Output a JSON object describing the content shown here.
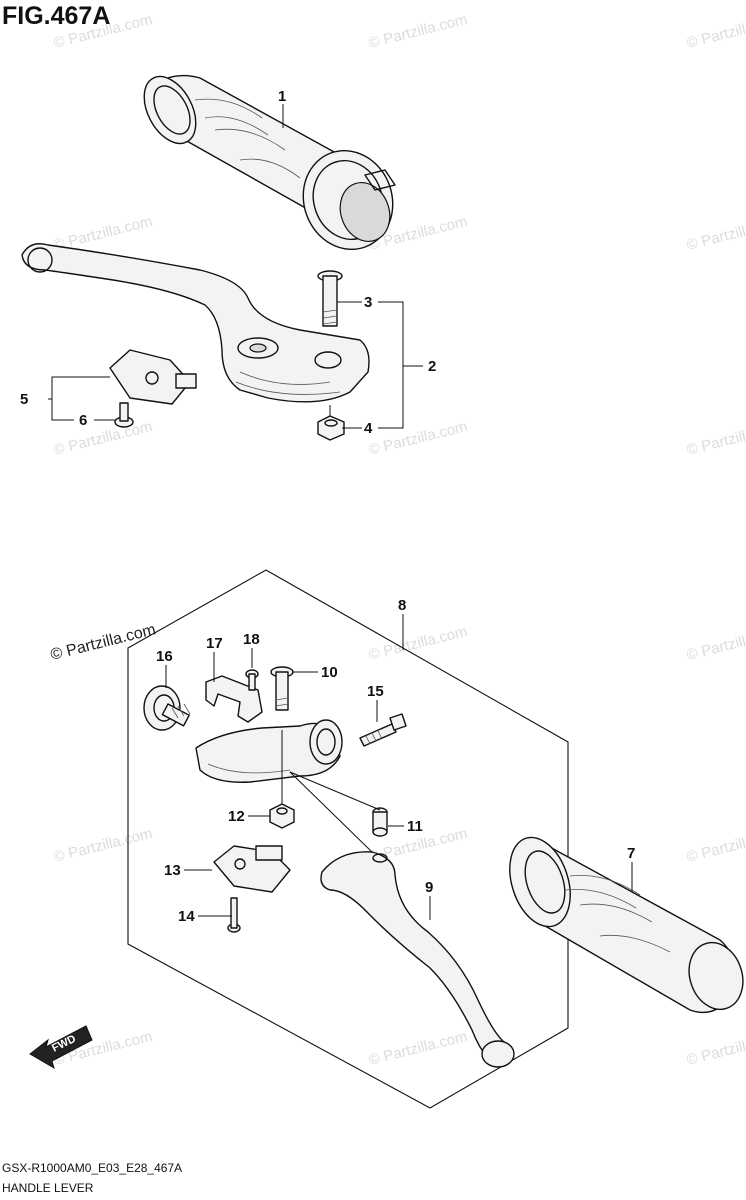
{
  "figure": {
    "title": "FIG.467A",
    "footer_code": "GSX-R1000AM0_E03_E28_467A",
    "footer_name": "HANDLE LEVER"
  },
  "watermark": {
    "text": "© Partzilla.com"
  },
  "fwd_label": "FWD",
  "callouts": [
    {
      "id": "1",
      "label": "1"
    },
    {
      "id": "2",
      "label": "2"
    },
    {
      "id": "3",
      "label": "3"
    },
    {
      "id": "4",
      "label": "4"
    },
    {
      "id": "5",
      "label": "5"
    },
    {
      "id": "6",
      "label": "6"
    },
    {
      "id": "7",
      "label": "7"
    },
    {
      "id": "8",
      "label": "8"
    },
    {
      "id": "9",
      "label": "9"
    },
    {
      "id": "10",
      "label": "10"
    },
    {
      "id": "11",
      "label": "11"
    },
    {
      "id": "12",
      "label": "12"
    },
    {
      "id": "13",
      "label": "13"
    },
    {
      "id": "14",
      "label": "14"
    },
    {
      "id": "15",
      "label": "15"
    },
    {
      "id": "16",
      "label": "16"
    },
    {
      "id": "17",
      "label": "17"
    },
    {
      "id": "18",
      "label": "18"
    }
  ]
}
